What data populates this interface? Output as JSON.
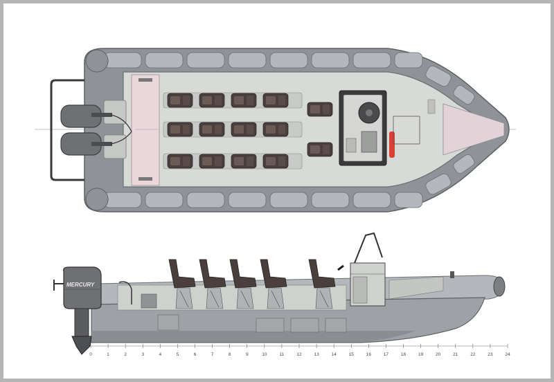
{
  "engine": {
    "brand": "MERCURY"
  },
  "ruler": {
    "labels": [
      "0",
      "1",
      "2",
      "3",
      "4",
      "5",
      "6",
      "7",
      "8",
      "9",
      "10",
      "11",
      "12",
      "13",
      "14",
      "15",
      "16",
      "17",
      "18",
      "19",
      "20",
      "21",
      "22",
      "23",
      "24"
    ]
  },
  "plan_view": {
    "forward_seats": 12,
    "helm_seats": 2,
    "engines": 2
  },
  "profile_view": {
    "visible_seats": 5
  },
  "colors": {
    "tube": "#8f9296",
    "tube_light": "#b4b7bb",
    "deck": "#d8dad7",
    "transom_pad": "#e9d7dc",
    "seat": "#4a3f3c",
    "console": "#3a3a3c",
    "extinguisher": "#d94132",
    "engine": "#6e7074"
  }
}
